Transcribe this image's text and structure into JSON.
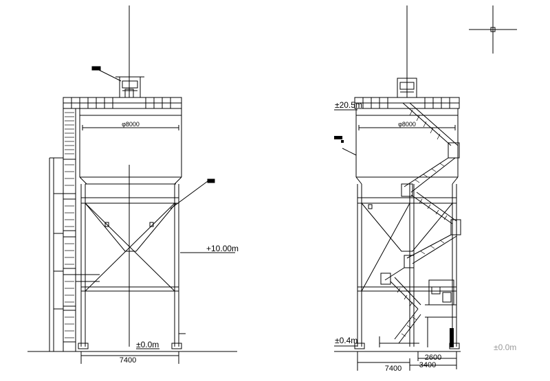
{
  "left_view": {
    "diameter": "φ8000",
    "level_mid": "+10.00m",
    "level_ground": "±0.0m",
    "width_dim": "7400",
    "callout_top": "",
    "callout_side": ""
  },
  "right_view": {
    "level_top": "±20.5m",
    "diameter": "φ8000",
    "callout_side": "",
    "level_ground": "±0.4m",
    "level_ground_right": "±0.0m",
    "dim_stair": "2600",
    "dim_right": "3400",
    "width_dim": "7400"
  }
}
